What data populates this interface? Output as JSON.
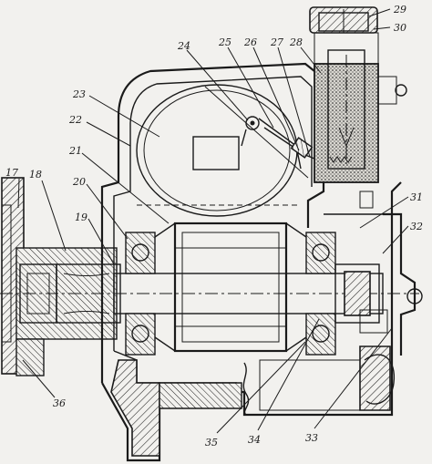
{
  "figure": {
    "labels": {
      "l17": "17",
      "l18": "18",
      "l19": "19",
      "l20": "20",
      "l21": "21",
      "l22": "22",
      "l23": "23",
      "l24": "24",
      "l25": "25",
      "l26": "26",
      "l27": "27",
      "l28": "28",
      "l29": "29",
      "l30": "30",
      "l31": "31",
      "l32": "32",
      "l33": "33",
      "l34": "34",
      "l35": "35",
      "l36": "36"
    }
  }
}
